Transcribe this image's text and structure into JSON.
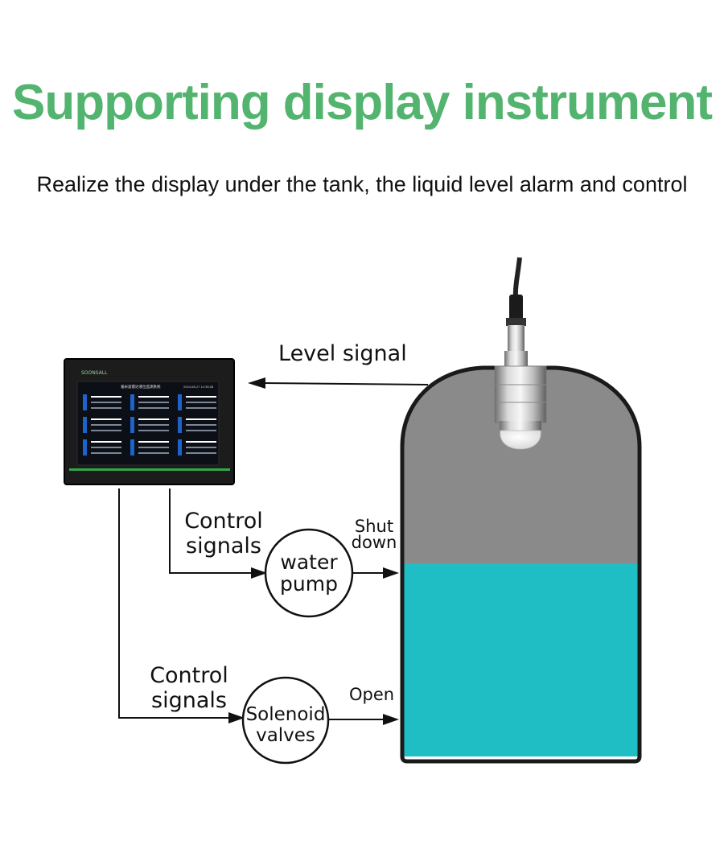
{
  "title": "Supporting display instrument",
  "subtitle": "Realize the display under the tank, the liquid level alarm and control",
  "colors": {
    "title_green": "#52b46e",
    "liquid": "#1fbdc4",
    "tank_empty": "#8a8a8a",
    "tank_outline": "#1a1a1a",
    "screen_blue": "#1d63c9"
  },
  "display_unit": {
    "brand": "SOONSALL",
    "screen_title": "毫米波雷达液位监测系统",
    "datetime": "2024-08-27 14:38:08"
  },
  "labels": {
    "level_signal": "Level signal",
    "control_signals_1": [
      "Control",
      "signals"
    ],
    "control_signals_2": [
      "Control",
      "signals"
    ],
    "water_pump": [
      "water",
      "pump"
    ],
    "solenoid_valves": [
      "Solenoid",
      "valves"
    ],
    "shut_down": [
      "Shut",
      "down"
    ],
    "open": "Open"
  },
  "icons": {
    "sensor": "radar-level-sensor-icon",
    "display": "touch-display-icon",
    "arrow": "arrow-right-icon"
  }
}
